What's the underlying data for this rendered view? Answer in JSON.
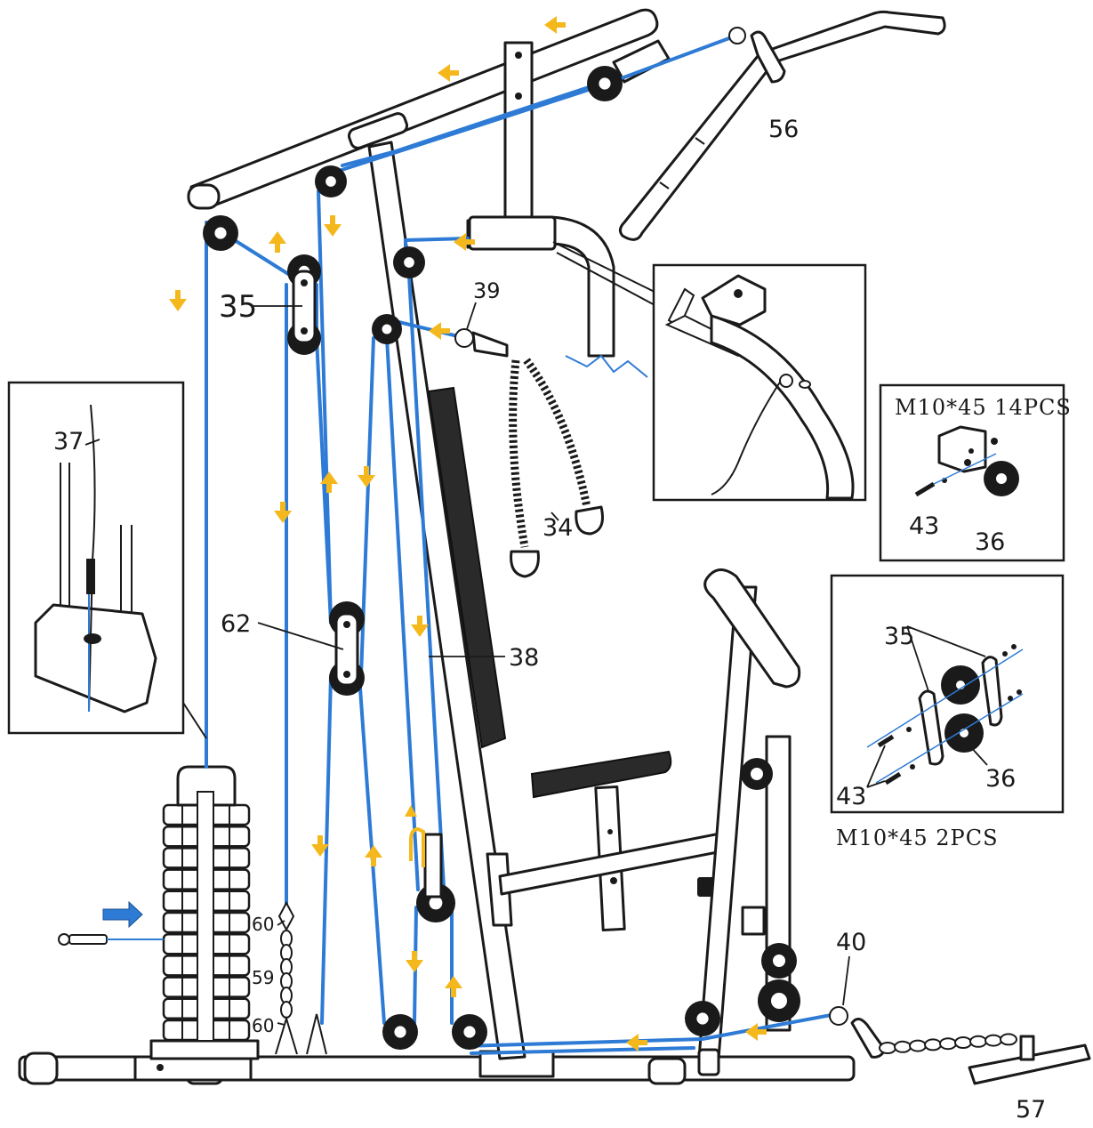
{
  "callouts": {
    "c56": "56",
    "c35": "35",
    "c39": "39",
    "c37": "37",
    "c34": "34",
    "c62": "62",
    "c38": "38",
    "c60a": "60",
    "c59": "59",
    "c60b": "60",
    "c40": "40",
    "c57": "57",
    "c43a": "43",
    "c36a": "36",
    "c35b": "35",
    "c36b": "36",
    "c43b": "43"
  },
  "specs": {
    "pulley_box": "M10*45 14PCS",
    "double_box": "M10*45 2PCS"
  },
  "colors": {
    "cable": "#2e7bd6",
    "arrow": "#f5b81c",
    "frame": "#1a1a1a"
  }
}
